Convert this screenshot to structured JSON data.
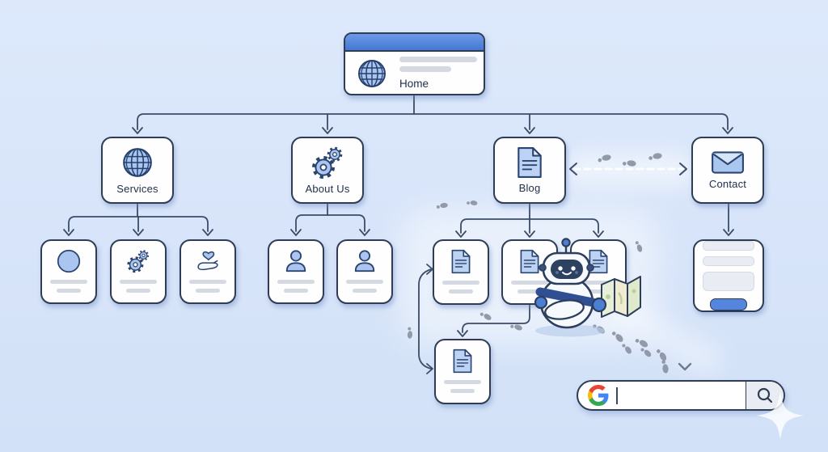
{
  "nodes": {
    "home": {
      "label": "Home",
      "icon": "globe-icon"
    },
    "services": {
      "label": "Services",
      "icon": "globe-icon",
      "children": [
        {
          "icon": "circle-icon"
        },
        {
          "icon": "gears-icon"
        },
        {
          "icon": "hand-heart-icon"
        }
      ]
    },
    "about": {
      "label": "About Us",
      "icon": "gears-icon",
      "children": [
        {
          "icon": "person-icon"
        },
        {
          "icon": "person-icon"
        }
      ]
    },
    "blog": {
      "label": "Blog",
      "icon": "document-icon",
      "children": [
        {
          "icon": "document-icon"
        },
        {
          "icon": "document-icon"
        },
        {
          "icon": "document-icon"
        }
      ],
      "grandchild": {
        "icon": "document-icon"
      }
    },
    "contact": {
      "label": "Contact",
      "icon": "envelope-icon",
      "children": [
        {
          "icon": "form-card",
          "fields": [
            "text-input",
            "text-input",
            "textarea"
          ],
          "button": "submit-button"
        }
      ]
    }
  },
  "links": {
    "blog_contact": "bidirectional-dashed-arrow",
    "blogpost_loop": "bidirectional-side-arrow"
  },
  "search_bar": {
    "engine": "Google",
    "logo": "google-g-icon",
    "value": "",
    "button_icon": "magnifier-icon"
  },
  "decorations": {
    "robot": "robot-mascot-holding-map",
    "footprints": "footprint-trail",
    "sparkle": "sparkle-star"
  },
  "colors": {
    "background": "#d7e4f9",
    "card_fill": "#fefeff",
    "outline": "#2e3c55",
    "connector": "#3b4c68",
    "icon_fill": "#aac6f0",
    "icon_stroke": "#2c4470",
    "titlebar_blue": "#4478d4",
    "button_blue": "#5486de",
    "skeleton_gray": "#d5dae2",
    "footprint_gray": "#8b93a4",
    "google_blue": "#4285F4",
    "google_red": "#EA4335",
    "google_yellow": "#FBBC05",
    "google_green": "#34A853"
  }
}
